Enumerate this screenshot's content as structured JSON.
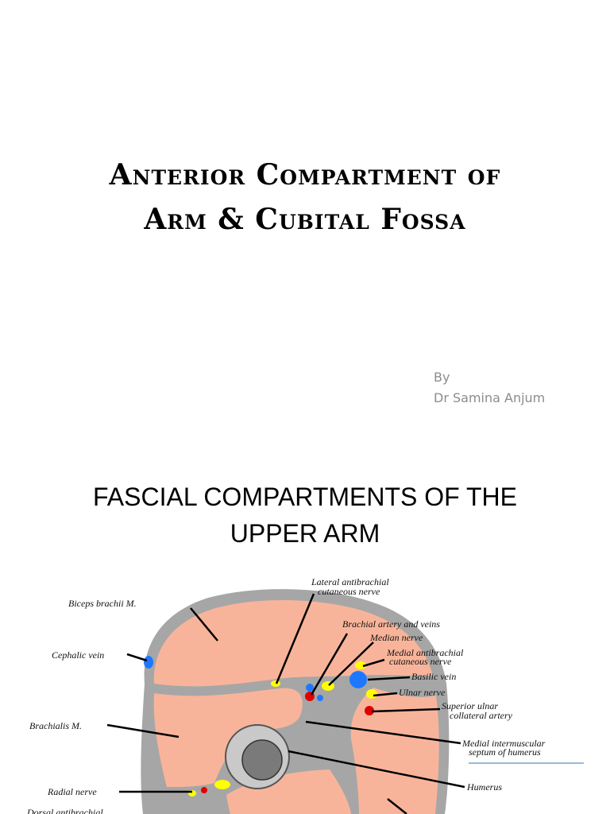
{
  "slide1": {
    "title_line1": "Anterior Compartment of",
    "title_line2": "Arm & Cubital Fossa",
    "by": "By",
    "author": "Dr Samina Anjum"
  },
  "slide2": {
    "title_line1": "FASCIAL COMPARTMENTS OF THE",
    "title_line2": "UPPER ARM"
  },
  "diagram": {
    "labels": {
      "lateral_antibrachial_1": "Lateral antibrachial",
      "lateral_antibrachial_2": "cutaneous nerve",
      "biceps": "Biceps brachii M.",
      "brachial_artery": "Brachial artery and veins",
      "median_nerve": "Median nerve",
      "medial_antibrachial_1": "Medial antibrachial",
      "medial_antibrachial_2": "cutaneous nerve",
      "cephalic_vein": "Cephalic vein",
      "basilic_vein": "Basilic vein",
      "ulnar_nerve": "Ulnar nerve",
      "superior_ulnar_1": "Superior ulnar",
      "superior_ulnar_2": "collateral artery",
      "brachialis": "Brachialis M.",
      "medial_intermuscular_1": "Medial intermuscular",
      "medial_intermuscular_2": "septum of humerus",
      "humerus": "Humerus",
      "radial_nerve": "Radial nerve",
      "dorsal_antibrachial": "Dorsal antibrachial"
    },
    "colors": {
      "muscle": "#f8b49a",
      "fascia": "#a6a6a6",
      "bone": "#c9c9c9",
      "marrow": "#7a7a7a",
      "nerve": "#ffff00",
      "artery": "#e00000",
      "vein": "#1e78ff"
    }
  }
}
